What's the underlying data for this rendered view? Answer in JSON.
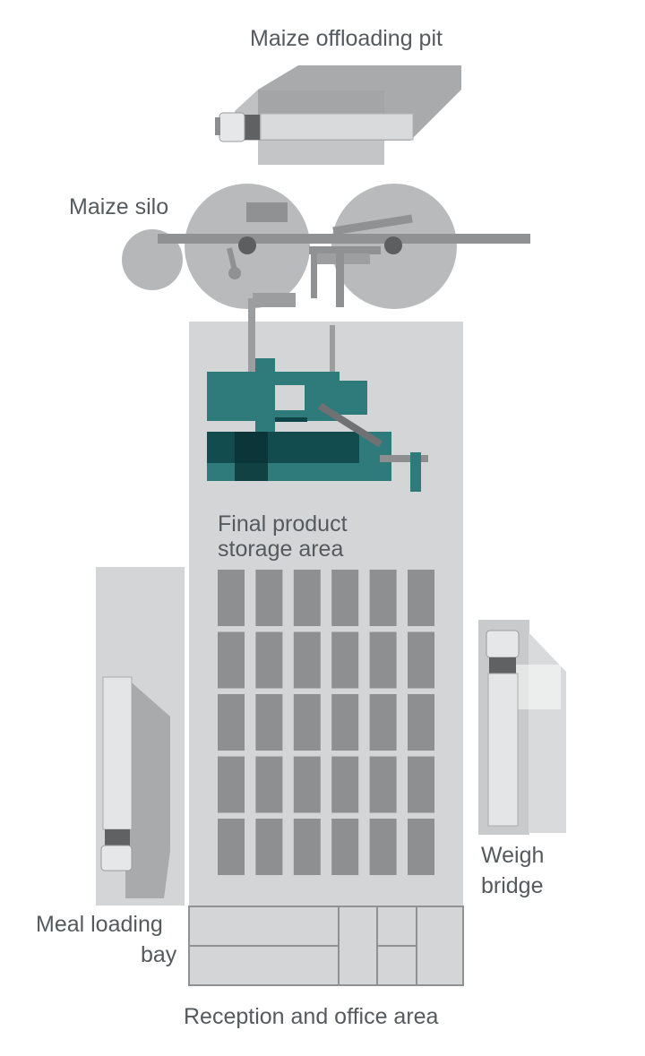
{
  "labels": {
    "offloading_pit": "Maize offloading pit",
    "silo": "Maize silo",
    "storage_line1": "Final product",
    "storage_line2": "storage area",
    "loading_bay_line1": "Meal loading",
    "loading_bay_line2": "bay",
    "weigh_line1": "Weigh",
    "weigh_line2": "bridge",
    "reception": "Reception and office area"
  },
  "colors": {
    "building": "#d4d5d6",
    "silo": "#b6b7b8",
    "pipe": "#9c9d9f",
    "rack": "#8d8f91",
    "mill": "#2f7b7c",
    "mill_dark": "#0d4448",
    "shadow": "#a9aaac",
    "text": "#555a5e"
  },
  "storage_grid": {
    "rows": 5,
    "cols": 6
  }
}
